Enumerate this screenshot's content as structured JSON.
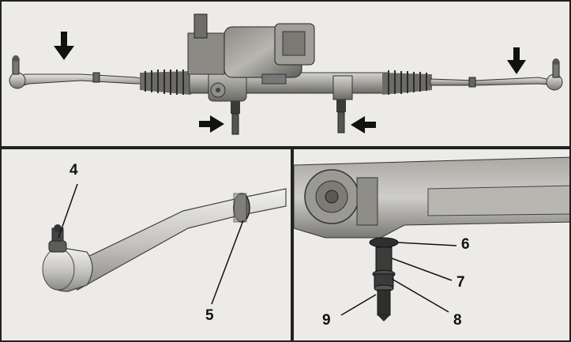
{
  "figure": {
    "callouts": {
      "c4": "4",
      "c5": "5",
      "c6": "6",
      "c7": "7",
      "c8": "8",
      "c9": "9"
    },
    "colors": {
      "ink": "#1a1a1a",
      "metal_light": "#c9c8c4",
      "metal_mid": "#9c9b97",
      "metal_dark": "#5f5e5a",
      "paper": "#ecebe8"
    }
  }
}
